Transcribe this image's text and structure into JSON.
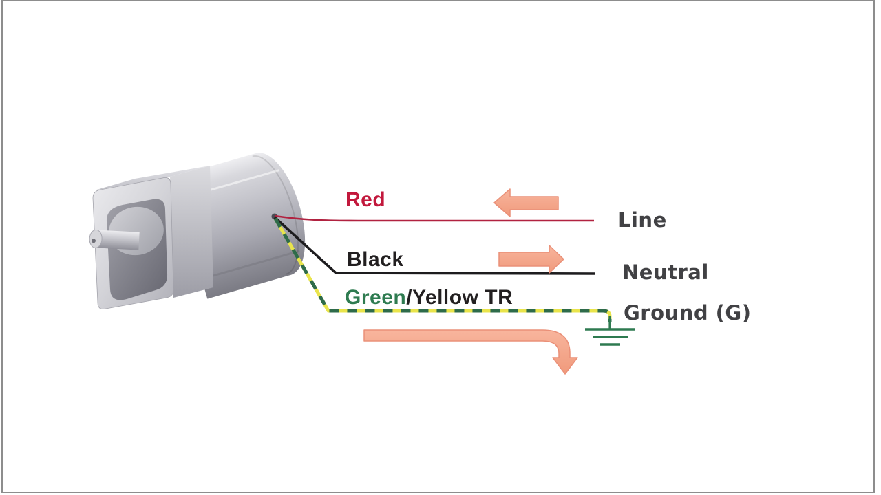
{
  "frame": {
    "background": "#ffffff",
    "border_color": "#8d8d8d"
  },
  "wire_labels": {
    "red": {
      "text": "Red",
      "color": "#c2183c"
    },
    "black": {
      "text": "Black",
      "color": "#221f20"
    },
    "green": {
      "text": "Green",
      "color": "#2e7b50"
    },
    "yellow_tr": {
      "text": "/Yellow TR",
      "color": "#221f20"
    }
  },
  "terminal_labels": {
    "color": "#414144",
    "line": {
      "text": "Line"
    },
    "neutral": {
      "text": "Neutral"
    },
    "ground": {
      "text": "Ground (G)"
    }
  },
  "wire_colors": {
    "red": "#b12240",
    "black": "#1d1c1e",
    "ground_yellow": "#e9e44c",
    "ground_green_dash": "#2e6b4a",
    "ground_symbol": "#2e7a50"
  },
  "arrow": {
    "fill_top": "#f8b59d",
    "fill_bottom": "#f09a7c",
    "stroke": "#ea9078"
  },
  "motor": {
    "name": "gearmotor-illustration",
    "body_highlight": "#eeeef1",
    "body_shadow": "#7b7b84",
    "recess_shadow": "#666670"
  }
}
